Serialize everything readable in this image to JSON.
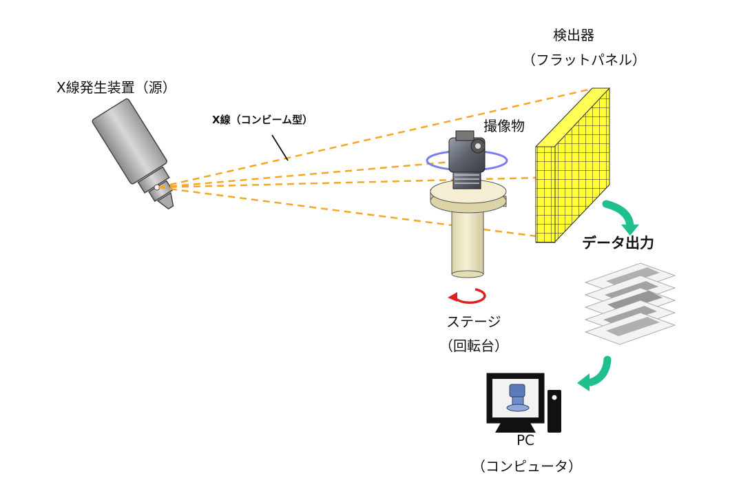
{
  "labels": {
    "source_line1": "X線発生装置（源）",
    "xray_beam": "X線（コンビーム型）",
    "detector_line1": "検出器",
    "detector_line2": "（フラットパネル）",
    "object": "撮像物",
    "data_output": "データ出力",
    "stage_line1": "ステージ",
    "stage_line2": "（回転台）",
    "pc_line1": "PC",
    "pc_line2": "（コンピュータ）"
  },
  "colors": {
    "beam": "#f5a623",
    "detector_fill": "#ffff33",
    "stage_fill": "#f2eccb",
    "rotation_ring": "#7c7cf0",
    "rotation_arrow": "#e02020",
    "flow_arrow": "#1fbf8f",
    "pc_black": "#111111",
    "object_blue": "#5a7ab8"
  },
  "icons": {
    "source": "xray-tube-icon",
    "detector": "flat-panel-detector-icon",
    "object": "mechanical-part-icon",
    "stage": "rotary-stage-icon",
    "slices": "slice-stack-icon",
    "pc": "computer-icon"
  }
}
